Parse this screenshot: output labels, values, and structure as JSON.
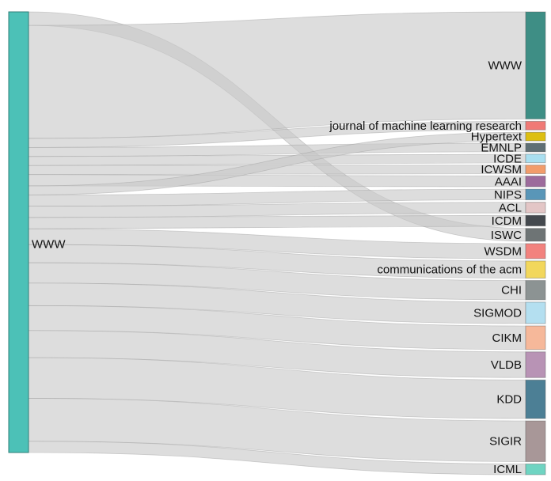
{
  "chart_data": {
    "type": "sankey",
    "title": "",
    "source": {
      "name": "WWW",
      "color": "#4cc1b7",
      "total": 215
    },
    "targets": [
      {
        "name": "WWW",
        "value": 50,
        "color": "#3e8e85"
      },
      {
        "name": "journal of machine learning research",
        "value": 4,
        "color": "#f07a76"
      },
      {
        "name": "Hypertext",
        "value": 4,
        "color": "#ddbf12"
      },
      {
        "name": "EMNLP",
        "value": 4,
        "color": "#5f6f74"
      },
      {
        "name": "ICDE",
        "value": 4,
        "color": "#a9dff0"
      },
      {
        "name": "ICWSM",
        "value": 4,
        "color": "#f29c6b"
      },
      {
        "name": "AAAI",
        "value": 5,
        "color": "#9d6b9c"
      },
      {
        "name": "NIPS",
        "value": 5,
        "color": "#5996b8"
      },
      {
        "name": "ACL",
        "value": 5,
        "color": "#e3c6c6"
      },
      {
        "name": "ICDM",
        "value": 5,
        "color": "#44494e"
      },
      {
        "name": "ISWC",
        "value": 6,
        "color": "#6e7475"
      },
      {
        "name": "WSDM",
        "value": 7,
        "color": "#f2827e"
      },
      {
        "name": "communications of the acm",
        "value": 8,
        "color": "#f2d75c"
      },
      {
        "name": "CHI",
        "value": 9,
        "color": "#8c9393"
      },
      {
        "name": "SIGMOD",
        "value": 10,
        "color": "#b4dff0"
      },
      {
        "name": "CIKM",
        "value": 11,
        "color": "#f6b89a"
      },
      {
        "name": "VLDB",
        "value": 12,
        "color": "#b893b5"
      },
      {
        "name": "KDD",
        "value": 18,
        "color": "#4c7f95"
      },
      {
        "name": "SIGIR",
        "value": 19,
        "color": "#a89798"
      },
      {
        "name": "ICML",
        "value": 5,
        "color": "#6fd4c2"
      }
    ],
    "link_order": [
      "ISWC",
      "WWW",
      "journal of machine learning research",
      "EMNLP",
      "ICDE",
      "ICWSM",
      "AAAI",
      "Hypertext",
      "NIPS",
      "ACL",
      "ICDM",
      "WSDM",
      "communications of the acm",
      "CHI",
      "SIGMOD",
      "CIKM",
      "VLDB",
      "KDD",
      "SIGIR",
      "ICML"
    ],
    "link_color": "#c8c8c8"
  }
}
